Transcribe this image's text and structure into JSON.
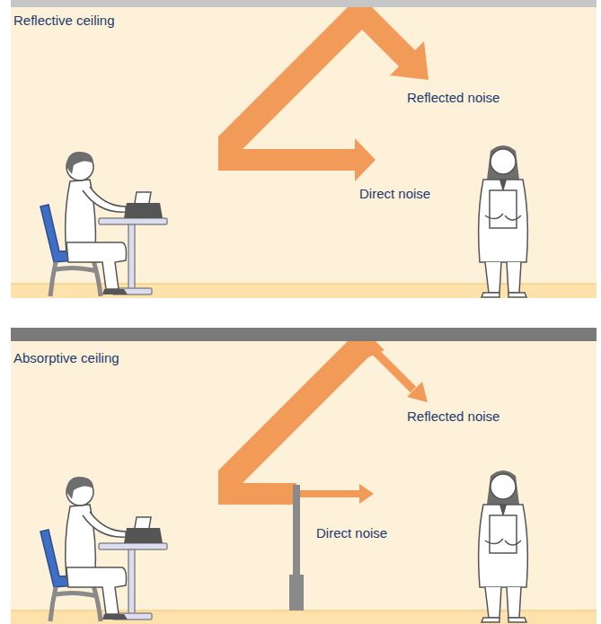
{
  "diagram": {
    "nodes": [
      {
        "text": [
          "Reflective ceiling"
        ]
      },
      {
        "text": [
          "Absorptive ceiling"
        ]
      }
    ],
    "labels": [
      "Reflected noise",
      "Direct noise",
      "Reflected noise",
      "Direct noise"
    ]
  }
}
